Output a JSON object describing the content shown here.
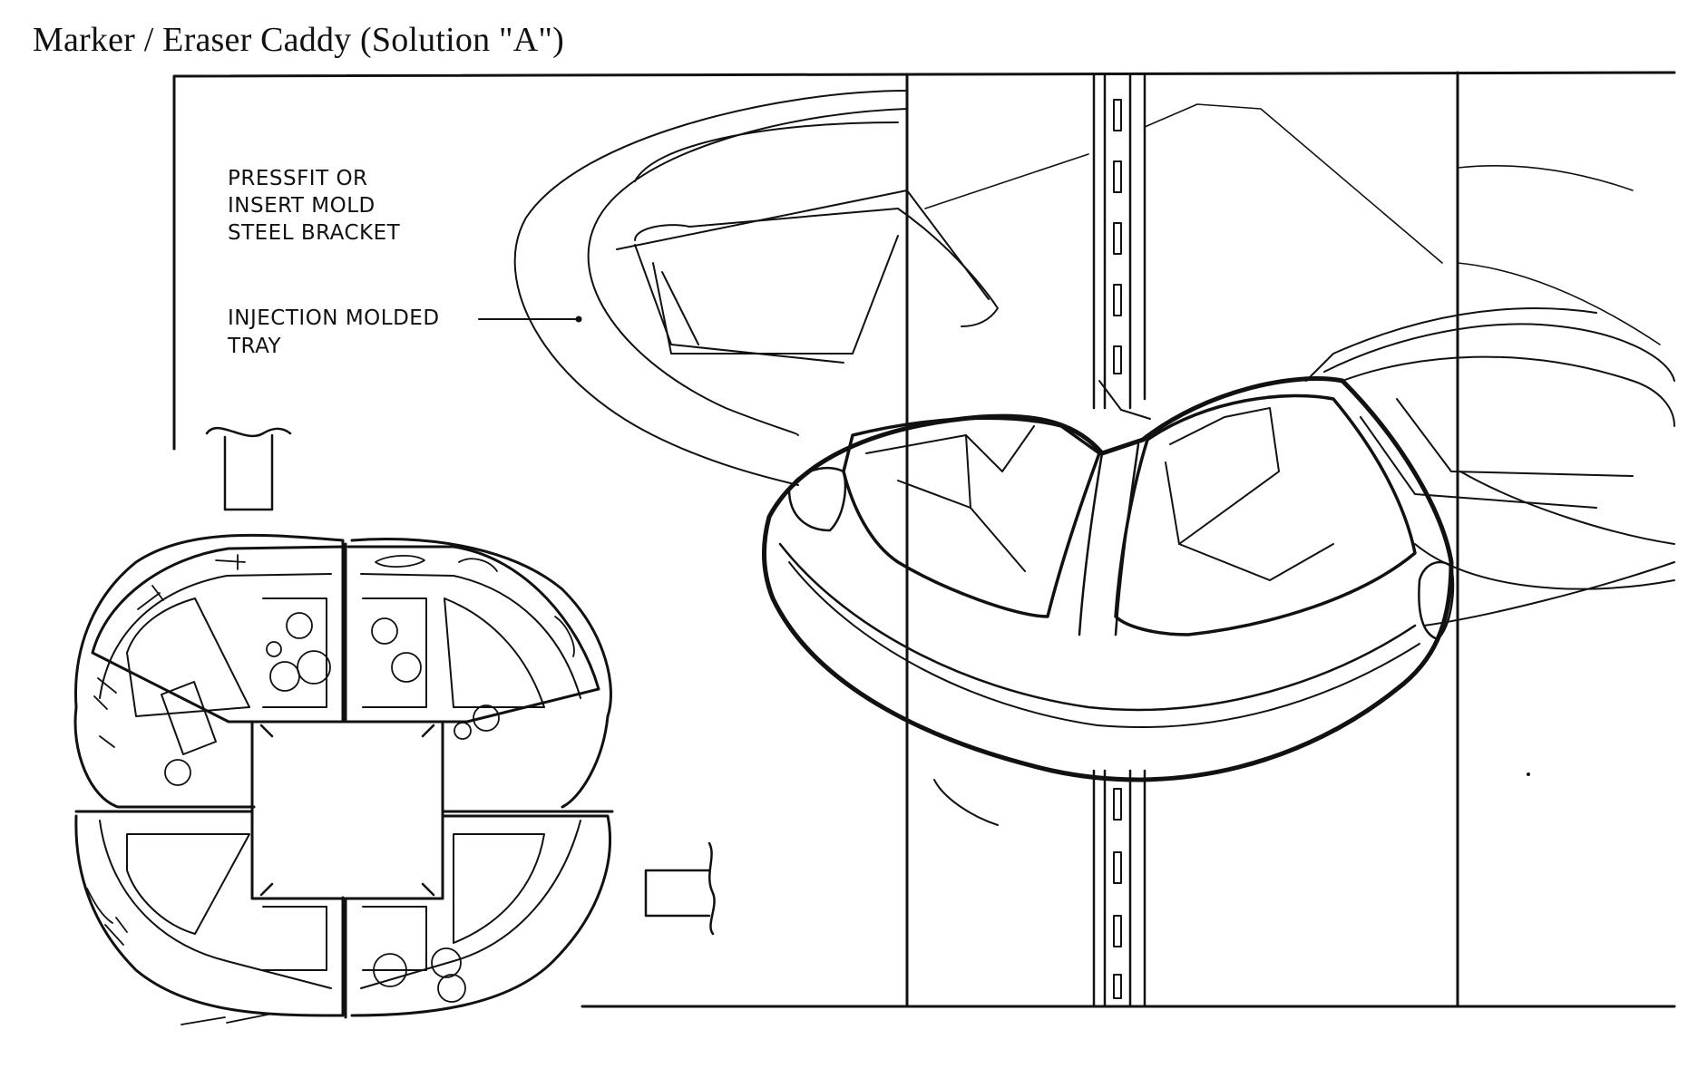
{
  "title": "Marker / Eraser Caddy (Solution \"A\")",
  "callouts": {
    "bracket": [
      "PRESSFIT OR",
      "INSERT MOLD",
      "STEEL BRACKET"
    ],
    "tray": [
      "INJECTION MOLDED",
      "TRAY"
    ]
  }
}
